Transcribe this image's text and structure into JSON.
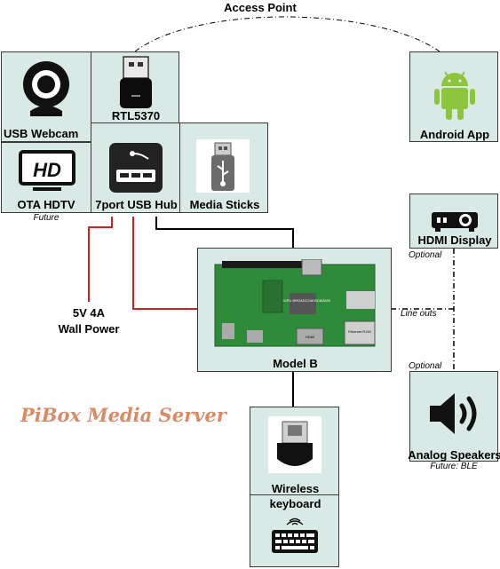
{
  "title": "PiBox Media Server",
  "access_point": "Access Point",
  "nodes": {
    "usb_webcam": "USB Webcam",
    "rtl5370": "RTL5370",
    "ota_hdtv": "OTA HDTV",
    "ota_hdtv_note": "Future",
    "usb_hub": "7port USB Hub",
    "media_sticks": "Media Sticks",
    "android_app": "Android App",
    "hdmi_display": "HDMI Display",
    "hdmi_note": "Optional",
    "model_b": "Model B",
    "analog_speakers": "Analog Speakers",
    "speakers_note_optional": "Optional",
    "speakers_note_future": "Future: BLE",
    "wireless_keyboard_line1": "Wireless",
    "wireless_keyboard_line2": "keyboard"
  },
  "power": {
    "line1": "5V 4A",
    "line2": "Wall Power"
  },
  "line_outs": "Line outs",
  "board_labels": {
    "hd": "HD",
    "hdmi": "HDMI",
    "ethernet": "Ethernet RJ45",
    "chip": "CPU/GPU BROADCOM BCM2835"
  },
  "colors": {
    "box_fill": "#d9e9e6",
    "power_wire": "#cc2222",
    "wire": "#000000",
    "title": "#d98b68",
    "board": "#2e8b3a"
  }
}
